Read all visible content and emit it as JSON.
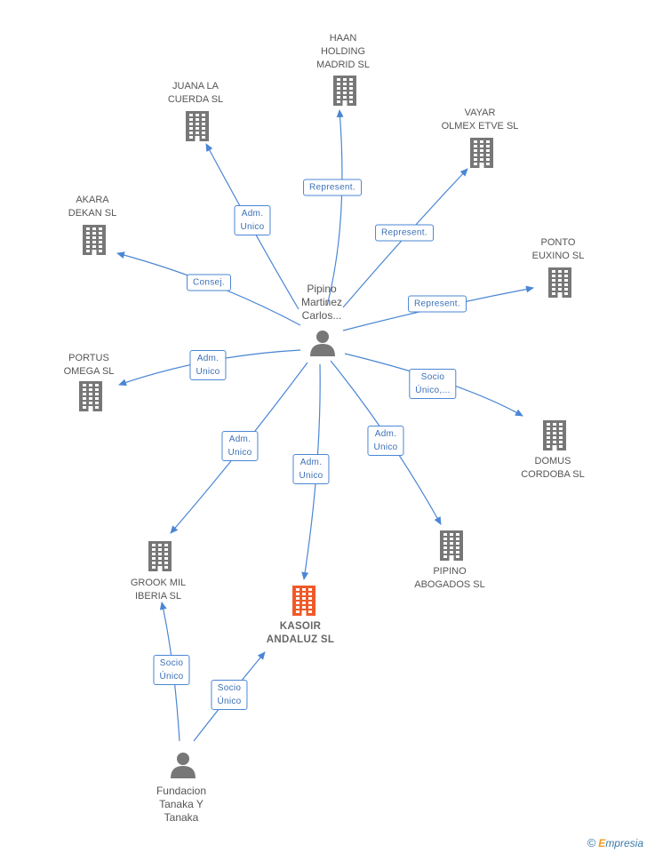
{
  "nodes": [
    {
      "id": "haan",
      "type": "company",
      "label": "HAAN\nHOLDING\nMADRID SL"
    },
    {
      "id": "juana",
      "type": "company",
      "label": "JUANA LA\nCUERDA  SL"
    },
    {
      "id": "vayar",
      "type": "company",
      "label": "VAYAR\nOLMEX ETVE SL"
    },
    {
      "id": "akara",
      "type": "company",
      "label": "AKARA\nDEKAN SL"
    },
    {
      "id": "ponto",
      "type": "company",
      "label": "PONTO\nEUXINO SL"
    },
    {
      "id": "portus",
      "type": "company",
      "label": "PORTUS\nOMEGA  SL"
    },
    {
      "id": "domus",
      "type": "company",
      "label": "DOMUS\nCORDOBA SL"
    },
    {
      "id": "pipino_ab",
      "type": "company",
      "label": "PIPINO\nABOGADOS SL"
    },
    {
      "id": "grook",
      "type": "company",
      "label": "GROOK MIL\nIBERIA  SL"
    },
    {
      "id": "kasoir",
      "type": "company",
      "main": true,
      "label": "KASOIR\nANDALUZ  SL"
    },
    {
      "id": "pipino",
      "type": "person",
      "label": "Pipino\nMartinez\nCarlos..."
    },
    {
      "id": "fundacion",
      "type": "person",
      "label": "Fundacion\nTanaka Y\nTanaka"
    }
  ],
  "edges": [
    {
      "from": "pipino",
      "to": "haan",
      "label": "Represent."
    },
    {
      "from": "pipino",
      "to": "juana",
      "label": "Adm.\nUnico"
    },
    {
      "from": "pipino",
      "to": "vayar",
      "label": "Represent."
    },
    {
      "from": "pipino",
      "to": "akara",
      "label": "Consej."
    },
    {
      "from": "pipino",
      "to": "ponto",
      "label": "Represent."
    },
    {
      "from": "pipino",
      "to": "portus",
      "label": "Adm.\nUnico"
    },
    {
      "from": "pipino",
      "to": "domus",
      "label": "Socio\nÚnico,..."
    },
    {
      "from": "pipino",
      "to": "pipino_ab",
      "label": "Adm.\nUnico"
    },
    {
      "from": "pipino",
      "to": "grook",
      "label": "Adm.\nUnico"
    },
    {
      "from": "pipino",
      "to": "kasoir",
      "label": "Adm.\nUnico"
    },
    {
      "from": "fundacion",
      "to": "grook",
      "label": "Socio\nÚnico"
    },
    {
      "from": "fundacion",
      "to": "kasoir",
      "label": "Socio\nÚnico"
    }
  ],
  "colors": {
    "edge": "#4a86d4",
    "company_icon": "#777777",
    "main_company_icon": "#f05a28",
    "person_icon": "#777777"
  },
  "footer": {
    "copyright": "©",
    "brand_initial": "E",
    "brand_rest": "mpresia"
  }
}
